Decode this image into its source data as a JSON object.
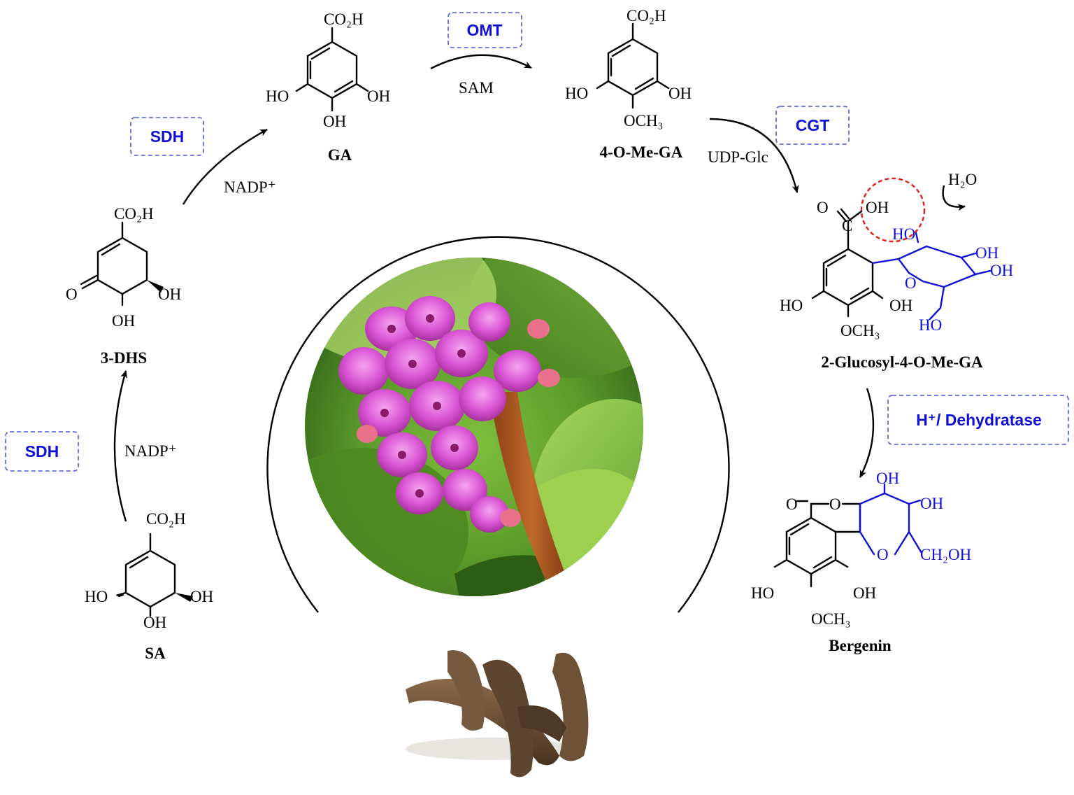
{
  "compounds": {
    "sa": {
      "name": "SA"
    },
    "dhs": {
      "name": "3-DHS"
    },
    "ga": {
      "name": "GA"
    },
    "ome_ga": {
      "name": "4-O-Me-GA"
    },
    "glucosyl": {
      "name": "2-Glucosyl-4-O-Me-GA"
    },
    "bergenin": {
      "name": "Bergenin"
    }
  },
  "enzymes": {
    "sdh_lower": "SDH",
    "sdh_upper": "SDH",
    "omt": "OMT",
    "cgt": "CGT",
    "dehydratase": "H⁺/ Dehydratase"
  },
  "reagents": {
    "nadp_lower": "NADP⁺",
    "nadp_upper": "NADP⁺",
    "sam": "SAM",
    "udp_glc": "UDP-Glc",
    "water": "H₂O"
  },
  "labels": {
    "co2h": "CO₂H",
    "oh": "OH",
    "ho": "HO",
    "o": "O",
    "och3": "OCH₃",
    "c": "C",
    "ch2oh": "CH₂OH"
  },
  "colors": {
    "enzyme_text": "#1010d8",
    "enzyme_box": "#4a5ad8",
    "sugar_moiety": "#1010d8",
    "highlight_circle": "#e02020"
  },
  "images": {
    "center_photo": "bergenia-flower-photo",
    "bottom_photo": "dried-rhizome-photo"
  }
}
